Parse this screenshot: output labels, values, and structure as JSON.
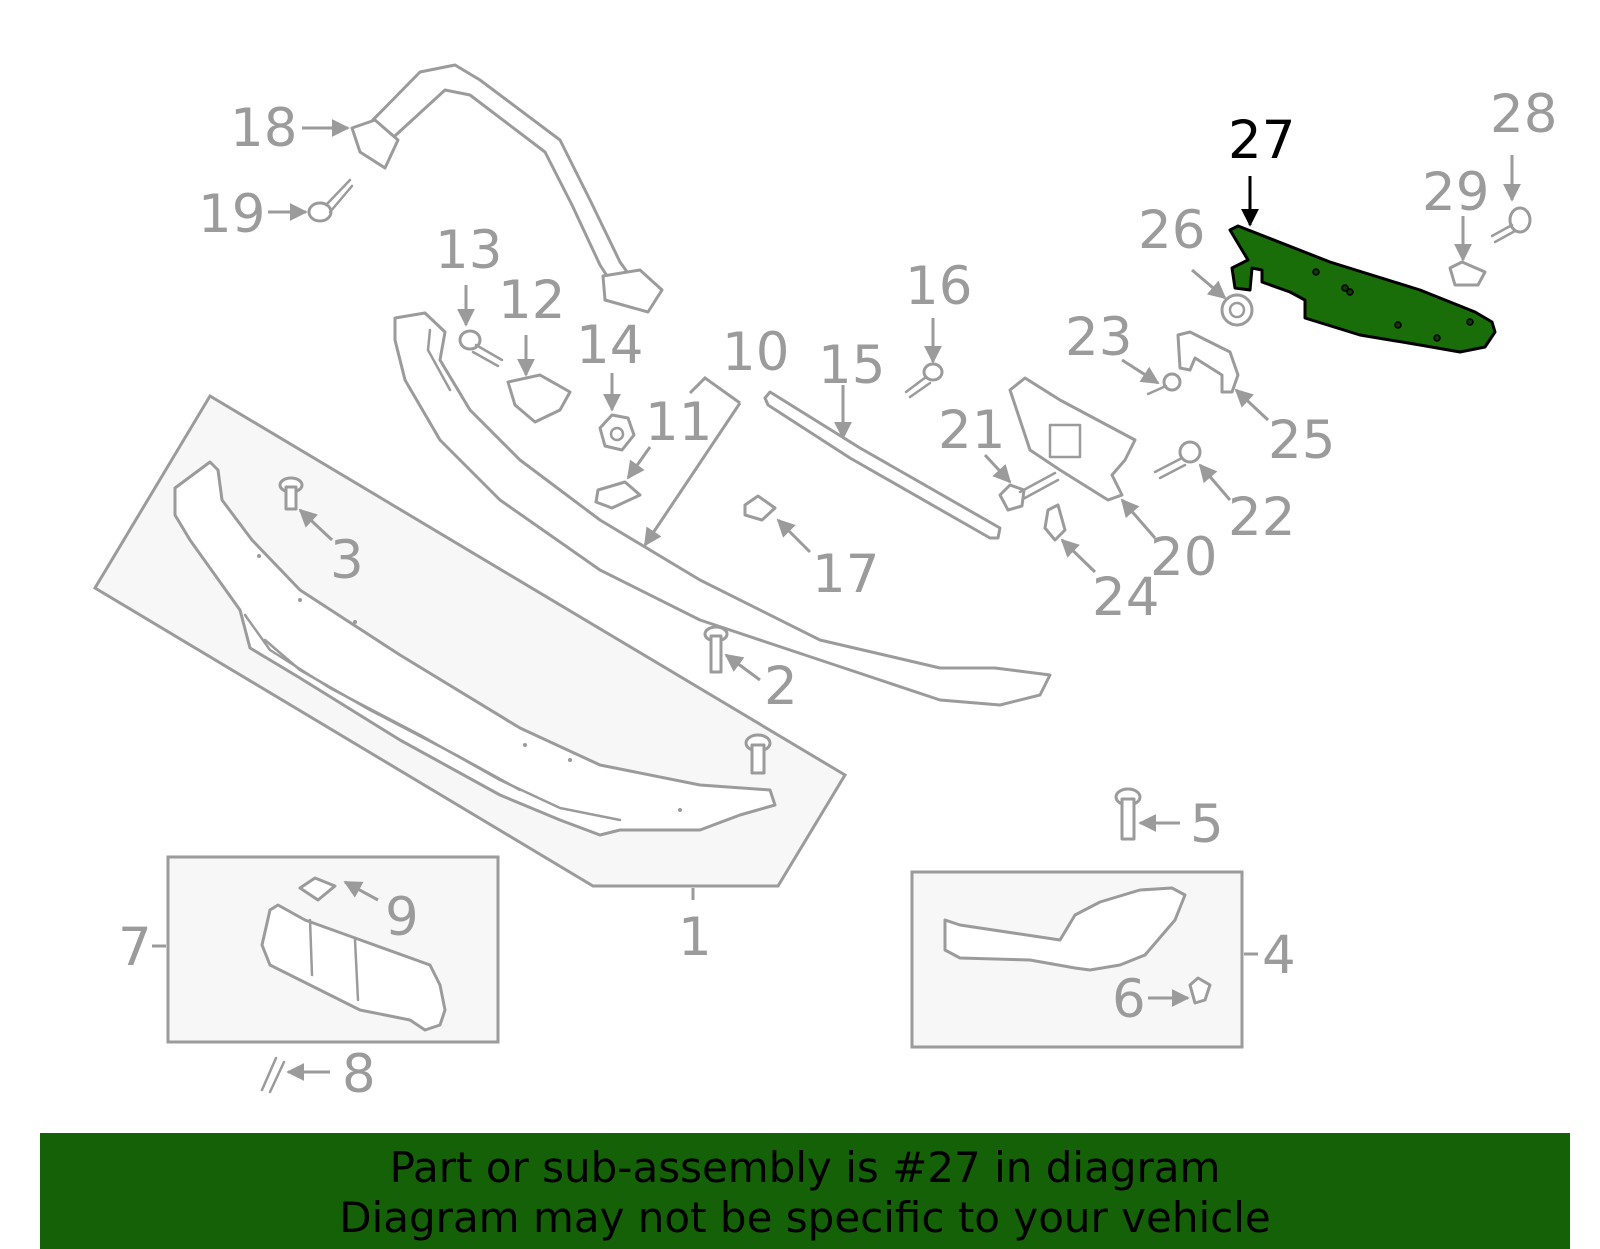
{
  "diagram": {
    "highlighted_part": "27",
    "highlight_color": "#1a6e0a",
    "callouts": [
      "1",
      "2",
      "3",
      "4",
      "5",
      "6",
      "7",
      "8",
      "9",
      "10",
      "11",
      "12",
      "13",
      "14",
      "15",
      "16",
      "17",
      "18",
      "19",
      "20",
      "21",
      "22",
      "23",
      "24",
      "25",
      "26",
      "27",
      "28",
      "29"
    ]
  },
  "banner": {
    "line1": "Part or sub-assembly is #27 in diagram",
    "line2": "Diagram may not be specific to your vehicle",
    "background": "#156107"
  }
}
